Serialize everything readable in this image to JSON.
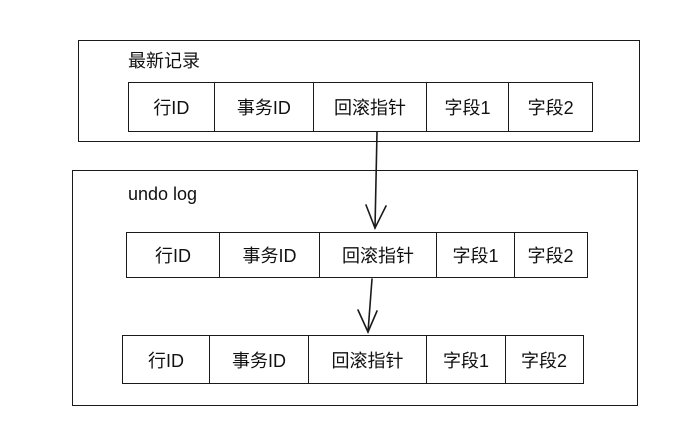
{
  "latest": {
    "title": "最新记录",
    "fields": [
      "行ID",
      "事务ID",
      "回滚指针",
      "字段1",
      "字段2"
    ]
  },
  "undo": {
    "title": "undo log",
    "records": [
      {
        "fields": [
          "行ID",
          "事务ID",
          "回滚指针",
          "字段1",
          "字段2"
        ]
      },
      {
        "fields": [
          "行ID",
          "事务ID",
          "回滚指针",
          "字段1",
          "字段2"
        ]
      }
    ]
  }
}
